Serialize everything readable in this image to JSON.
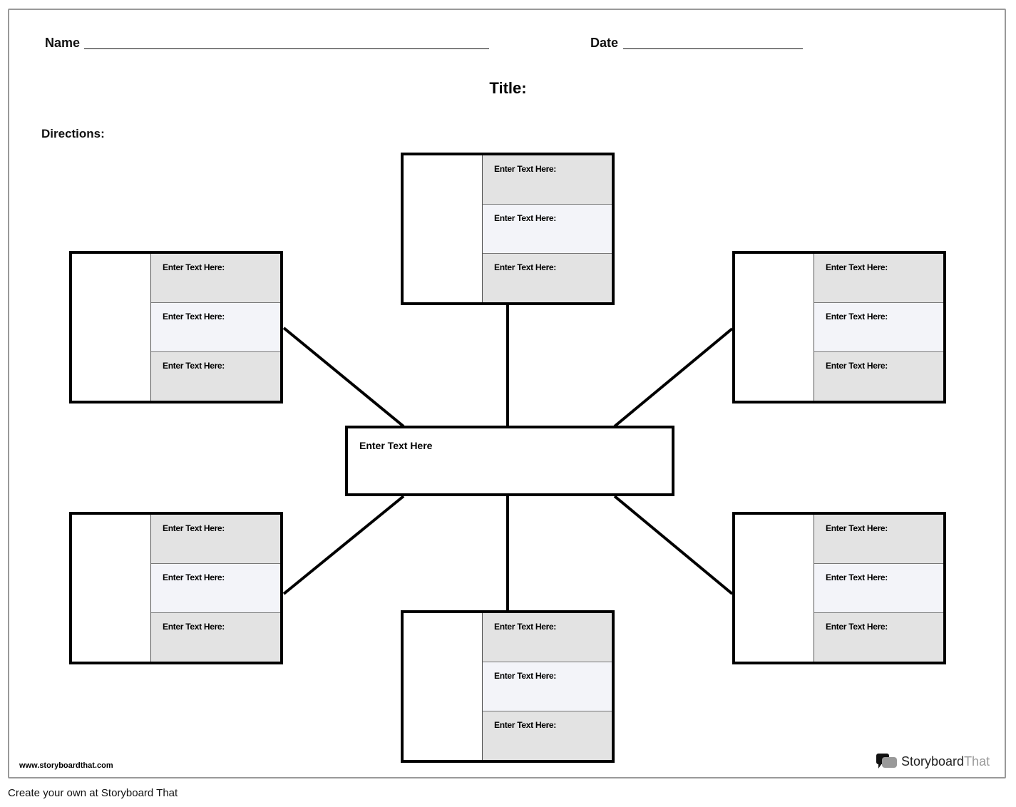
{
  "header": {
    "name_label": "Name",
    "date_label": "Date",
    "title_label": "Title:",
    "directions_label": "Directions:"
  },
  "center": {
    "text": "Enter Text Here"
  },
  "boxes": [
    {
      "position": "top",
      "rows": [
        "Enter Text Here:",
        "Enter Text Here:",
        "Enter Text Here:"
      ]
    },
    {
      "position": "upper-left",
      "rows": [
        "Enter Text Here:",
        "Enter Text Here:",
        "Enter Text Here:"
      ]
    },
    {
      "position": "upper-right",
      "rows": [
        "Enter Text Here:",
        "Enter Text Here:",
        "Enter Text Here:"
      ]
    },
    {
      "position": "lower-left",
      "rows": [
        "Enter Text Here:",
        "Enter Text Here:",
        "Enter Text Here:"
      ]
    },
    {
      "position": "lower-right",
      "rows": [
        "Enter Text Here:",
        "Enter Text Here:",
        "Enter Text Here:"
      ]
    },
    {
      "position": "bottom",
      "rows": [
        "Enter Text Here:",
        "Enter Text Here:",
        "Enter Text Here:"
      ]
    }
  ],
  "footer": {
    "url": "www.storyboardthat.com",
    "logo_part1": "Storyboard",
    "logo_part2": "That",
    "cta": "Create your own at Storyboard That"
  },
  "colors": {
    "row_gray": "#e3e3e3",
    "row_light": "#f3f4f9",
    "border": "#000000"
  }
}
